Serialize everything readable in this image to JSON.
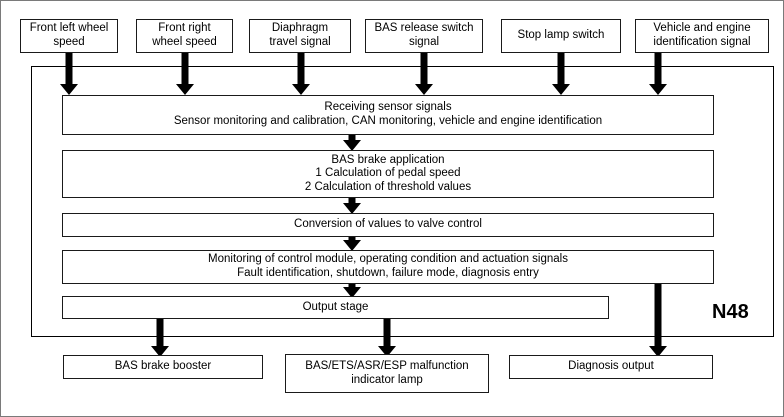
{
  "figure": {
    "module_label": "N48",
    "accent_color": "#000000",
    "background_color": "#ffffff"
  },
  "inputs": [
    {
      "id": "front-left-wheel-speed",
      "lines": [
        "Front left wheel",
        "speed"
      ]
    },
    {
      "id": "front-right-wheel-speed",
      "lines": [
        "Front right",
        "wheel speed"
      ]
    },
    {
      "id": "diaphragm-travel-signal",
      "lines": [
        "Diaphragm",
        "travel signal"
      ]
    },
    {
      "id": "bas-release-switch-signal",
      "lines": [
        "BAS release switch",
        "signal"
      ]
    },
    {
      "id": "stop-lamp-switch",
      "lines": [
        "Stop lamp switch"
      ]
    },
    {
      "id": "vehicle-engine-identification-signal",
      "lines": [
        "Vehicle and engine",
        "identification signal"
      ]
    }
  ],
  "stages": [
    {
      "id": "receiving-sensor-signals",
      "lines": [
        "Receiving sensor signals",
        "Sensor monitoring and calibration, CAN monitoring, vehicle and engine identification"
      ]
    },
    {
      "id": "bas-brake-application",
      "lines": [
        "BAS brake application",
        "1   Calculation of pedal speed",
        "2   Calculation of threshold values"
      ]
    },
    {
      "id": "conversion-of-values-to-valve-control",
      "lines": [
        "Conversion of values to valve control"
      ]
    },
    {
      "id": "monitoring-of-control-module",
      "lines": [
        "Monitoring of control module, operating condition and actuation signals",
        "Fault identification, shutdown, failure mode, diagnosis entry"
      ]
    },
    {
      "id": "output-stage",
      "lines": [
        "Output stage"
      ]
    }
  ],
  "outputs": [
    {
      "id": "bas-brake-booster",
      "lines": [
        "BAS brake booster"
      ]
    },
    {
      "id": "bas-ets-asr-esp-malfunction-indicator-lamp",
      "lines": [
        "BAS/ETS/ASR/ESP malfunction",
        "indicator lamp"
      ]
    },
    {
      "id": "diagnosis-output",
      "lines": [
        "Diagnosis output"
      ]
    }
  ]
}
